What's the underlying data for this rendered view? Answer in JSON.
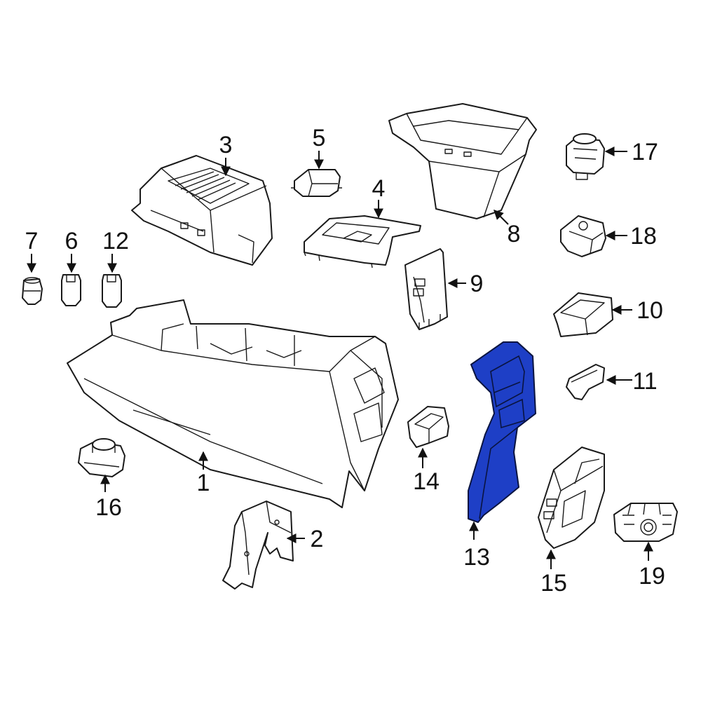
{
  "diagram": {
    "highlight_color": "#1e3fc6",
    "highlighted_part": "13",
    "callouts": [
      {
        "id": "c1",
        "number": "1"
      },
      {
        "id": "c2",
        "number": "2"
      },
      {
        "id": "c3",
        "number": "3"
      },
      {
        "id": "c4",
        "number": "4"
      },
      {
        "id": "c5",
        "number": "5"
      },
      {
        "id": "c6",
        "number": "6"
      },
      {
        "id": "c7",
        "number": "7"
      },
      {
        "id": "c8",
        "number": "8"
      },
      {
        "id": "c9",
        "number": "9"
      },
      {
        "id": "c10",
        "number": "10"
      },
      {
        "id": "c11",
        "number": "11"
      },
      {
        "id": "c12",
        "number": "12"
      },
      {
        "id": "c13",
        "number": "13"
      },
      {
        "id": "c14",
        "number": "14"
      },
      {
        "id": "c15",
        "number": "15"
      },
      {
        "id": "c16",
        "number": "16"
      },
      {
        "id": "c17",
        "number": "17"
      },
      {
        "id": "c18",
        "number": "18"
      },
      {
        "id": "c19",
        "number": "19"
      }
    ]
  }
}
